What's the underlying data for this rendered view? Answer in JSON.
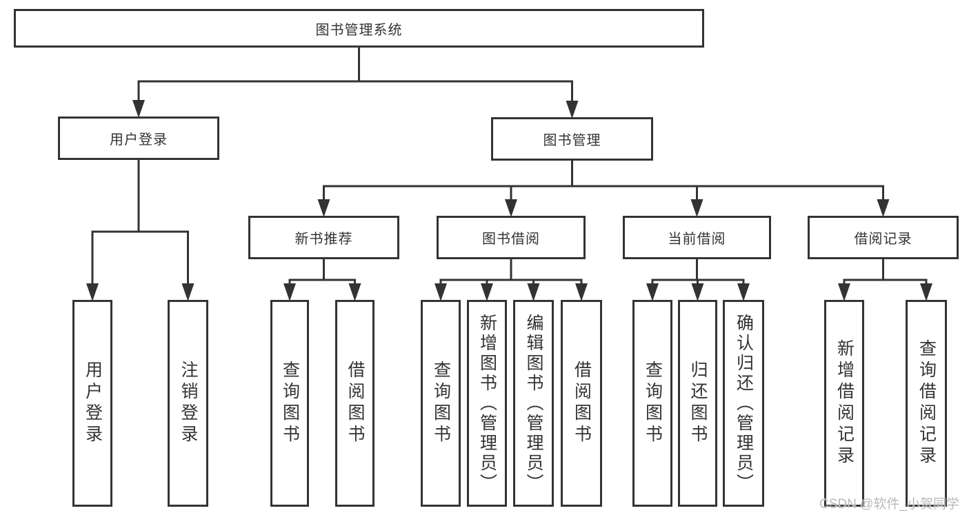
{
  "diagram": {
    "title": "图书管理系统",
    "colors": {
      "line": "#333333",
      "box_border": "#333333",
      "text": "#333333",
      "background": "#ffffff",
      "watermark": "#b9b9b9"
    },
    "nodes": {
      "root": "图书管理系统",
      "user_login": "用户登录",
      "book_mgmt": "图书管理",
      "new_rec": "新书推荐",
      "book_borrow": "图书借阅",
      "current_borrow": "当前借阅",
      "borrow_records": "借阅记录",
      "login": "用户登录",
      "logout": "注销登录",
      "nr_query": "查询图书",
      "nr_borrow": "借阅图书",
      "bb_query": "查询图书",
      "bb_add": "新增图书（管理员）",
      "bb_edit": "编辑图书（管理员）",
      "bb_borrow": "借阅图书",
      "cb_query": "查询图书",
      "cb_return": "归还图书",
      "cb_confirm": "确认归还（管理员）",
      "br_add": "新增借阅记录",
      "br_query": "查询借阅记录"
    },
    "hierarchy": {
      "root": [
        "user_login",
        "book_mgmt"
      ],
      "user_login": [
        "login",
        "logout"
      ],
      "book_mgmt": [
        "new_rec",
        "book_borrow",
        "current_borrow",
        "borrow_records"
      ],
      "new_rec": [
        "nr_query",
        "nr_borrow"
      ],
      "book_borrow": [
        "bb_query",
        "bb_add",
        "bb_edit",
        "bb_borrow"
      ],
      "current_borrow": [
        "cb_query",
        "cb_return",
        "cb_confirm"
      ],
      "borrow_records": [
        "br_add",
        "br_query"
      ]
    }
  },
  "watermark": {
    "text": "CSDN @软件_小贺同学"
  }
}
